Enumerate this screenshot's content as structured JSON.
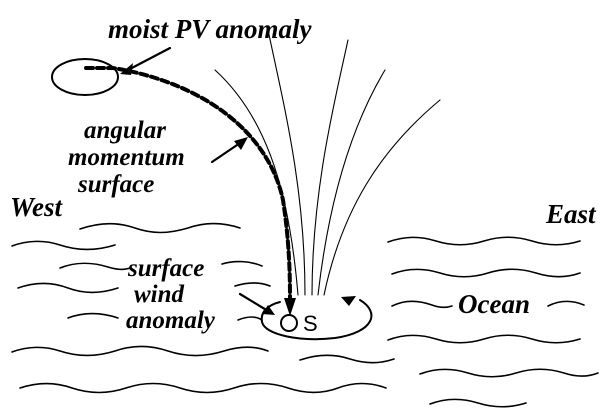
{
  "labels": {
    "moist_pv": "moist PV anomaly",
    "angular_momentum_line1": "angular",
    "angular_momentum_line2": "momentum",
    "angular_momentum_line3": "surface",
    "west": "West",
    "east": "East",
    "surface_wind_line1": "surface",
    "surface_wind_line2": "wind",
    "surface_wind_line3": "anomaly",
    "ocean": "Ocean",
    "center_symbol": "S"
  },
  "colors": {
    "ink": "#000000",
    "background": "#ffffff"
  }
}
